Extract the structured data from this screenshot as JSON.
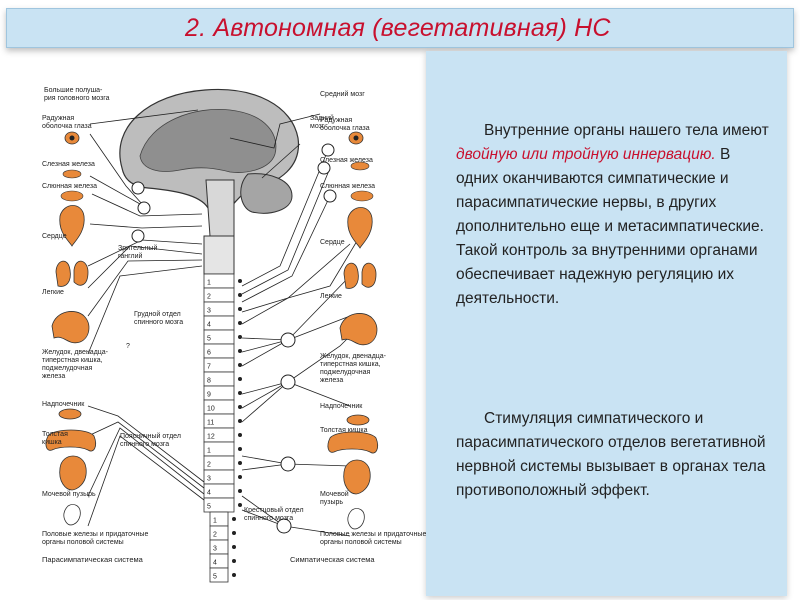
{
  "slide": {
    "title": "2. Автономная (вегетативная) НС"
  },
  "diagram": {
    "top_left": "Большие полуша-\nрия головного мозга",
    "middle_brain": "Средний мозг",
    "hind_brain": "Задний\nмозг",
    "left_organs": [
      "Радужная\nоболочка глаза",
      "Слезная железа",
      "Слюнная железа",
      "Сердце",
      "Легкие",
      "Желудок, двенадца-\nтиперстная кишка,\nподжелудочная\nжелеза",
      "Надпочечник",
      "Толстая\nкишка",
      "Мочевой пузырь",
      "Половые железы и придаточные\nорганы половой системы"
    ],
    "right_organs": [
      "Радужная\nоболочка глаза",
      "Слезная железа",
      "Слюнная железа",
      "Сердце",
      "Легкие",
      "Желудок, двенадца-\nтиперстная кишка,\nподжелудочная\nжелеза",
      "Надпочечник",
      "Толстая кишка",
      "Мочевой\nпузырь",
      "Половые железы и придаточные\nорганы половой системы"
    ],
    "ciliary_ganglion": "Зрительный\nганглий",
    "thoracic": "Грудной отдел\nспинного мозга",
    "lumbar": "Поясничный отдел\nспинного мозга",
    "sacral": "Крестцовый отдел\nспинного мозга",
    "question": "?",
    "segments": [
      "1",
      "2",
      "3",
      "4",
      "5",
      "6",
      "7",
      "8",
      "9",
      "10",
      "11",
      "12",
      "1",
      "2",
      "3",
      "4",
      "5",
      "1",
      "2",
      "3",
      "4",
      "5"
    ],
    "parasympathetic_caption": "Парасимпатическая система",
    "sympathetic_caption": "Симпатическая система"
  },
  "text": {
    "p1_before": "Внутренние органы нашего тела имеют ",
    "p1_highlight": "двойную или тройную иннервацию.",
    "p1_after": " В одних оканчиваются симпатические и парасимпатические нервы, в других дополнительно еще и метасимпатические. Такой контроль за внутренними органами обеспечивает надежную регуляцию их деятельности.",
    "p2": "Стимуляция симпатического и парасимпатического отделов вегетативной нервной системы вызывает в органах тела противоположный эффект."
  },
  "colors": {
    "title": "#c8102e",
    "highlight": "#c8102e",
    "panel": "#c9e3f3",
    "organ": "#e8893a",
    "brain": "#b9b9b9"
  }
}
